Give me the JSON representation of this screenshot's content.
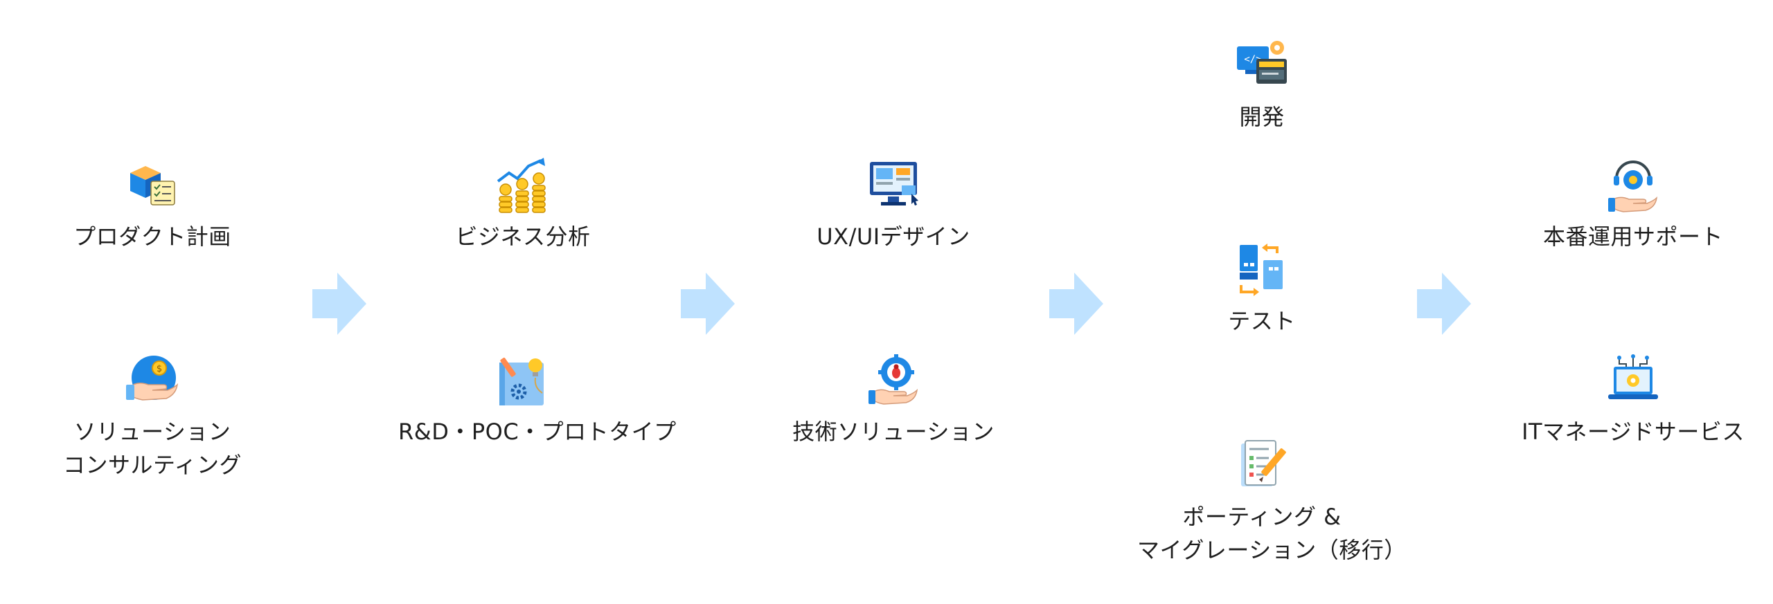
{
  "colors": {
    "arrow": "#BFE2FF",
    "blue": "#1E88E5",
    "orange": "#FFA726",
    "yellow": "#FFC928"
  },
  "columns": [
    {
      "items": [
        {
          "icon": "product-cube-checklist-icon",
          "label": [
            "プロダクト計画"
          ]
        },
        {
          "icon": "hand-coin-icon",
          "label": [
            "ソリューション",
            "コンサルティング"
          ]
        }
      ]
    },
    {
      "items": [
        {
          "icon": "growth-chart-coins-icon",
          "label": [
            "ビジネス分析"
          ]
        },
        {
          "icon": "blueprint-lightbulb-icon",
          "label": [
            "R&D・POC・プロトタイプ"
          ]
        }
      ]
    },
    {
      "items": [
        {
          "icon": "monitor-design-icon",
          "label": [
            "UX/UIデザイン"
          ]
        },
        {
          "icon": "gear-bug-hand-icon",
          "label": [
            "技術ソリューション"
          ]
        }
      ]
    },
    {
      "items": [
        {
          "icon": "code-screens-gear-icon",
          "label": [
            "開発"
          ]
        },
        {
          "icon": "test-exchange-icon",
          "label": [
            "テスト"
          ]
        },
        {
          "icon": "document-pencil-icon",
          "label": [
            "ポーティング &",
            "マイグレーション（移行）"
          ]
        }
      ]
    },
    {
      "items": [
        {
          "icon": "support-gear-hand-icon",
          "label": [
            "本番運用サポート"
          ]
        },
        {
          "icon": "managed-laptop-gear-icon",
          "label": [
            "ITマネージドサービス"
          ]
        }
      ]
    }
  ]
}
